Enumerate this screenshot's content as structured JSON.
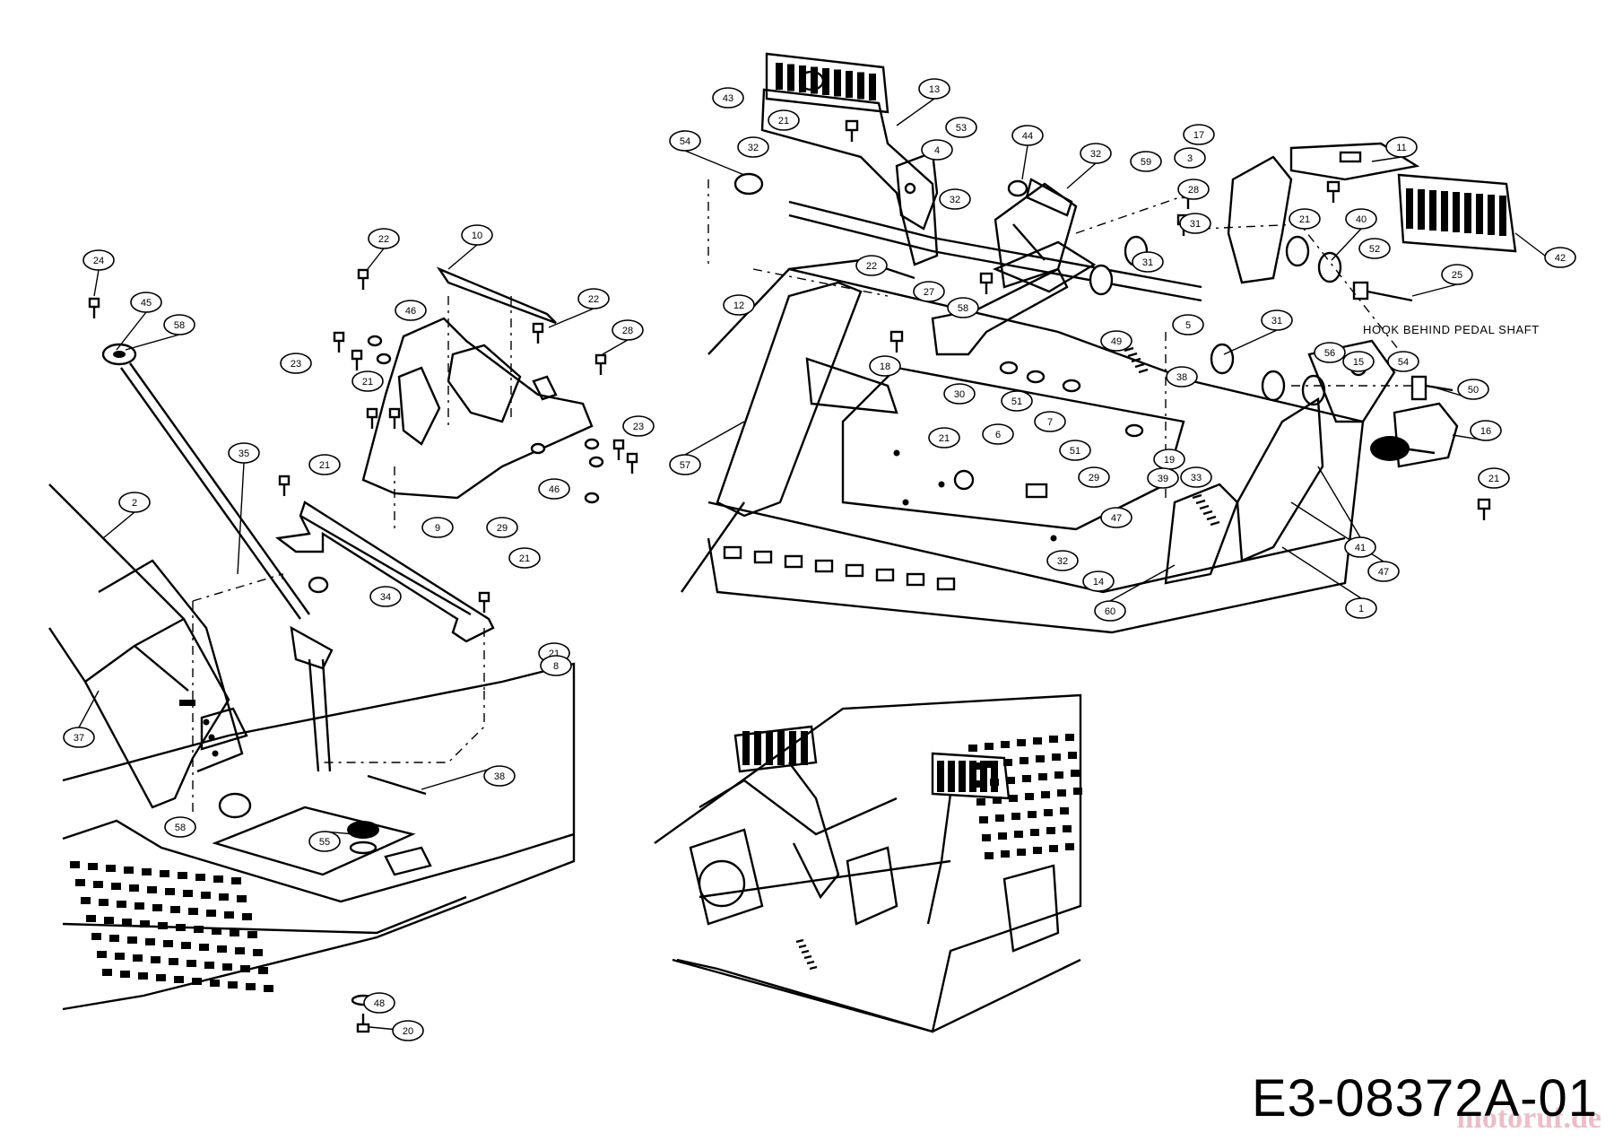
{
  "diagram": {
    "title_code": "E3-08372A-01",
    "watermark": "motoruf.de",
    "note": "HOOK BEHIND PEDAL SHAFT",
    "callouts_left": [
      "24",
      "45",
      "58",
      "2",
      "35",
      "37",
      "10",
      "22",
      "22",
      "28",
      "46",
      "23",
      "21",
      "21",
      "23",
      "46",
      "29",
      "9",
      "21",
      "21",
      "34",
      "8",
      "38",
      "58",
      "55",
      "48",
      "20"
    ],
    "callouts_right": [
      "43",
      "13",
      "21",
      "54",
      "32",
      "4",
      "53",
      "44",
      "32",
      "59",
      "3",
      "17",
      "11",
      "28",
      "32",
      "31",
      "21",
      "40",
      "42",
      "52",
      "25",
      "22",
      "31",
      "27",
      "58",
      "12",
      "18",
      "5",
      "31",
      "49",
      "56",
      "15",
      "54",
      "38",
      "50",
      "30",
      "51",
      "6",
      "7",
      "57",
      "21",
      "16",
      "21",
      "51",
      "29",
      "19",
      "33",
      "39",
      "47",
      "41",
      "32",
      "14",
      "47",
      "60",
      "1"
    ]
  }
}
